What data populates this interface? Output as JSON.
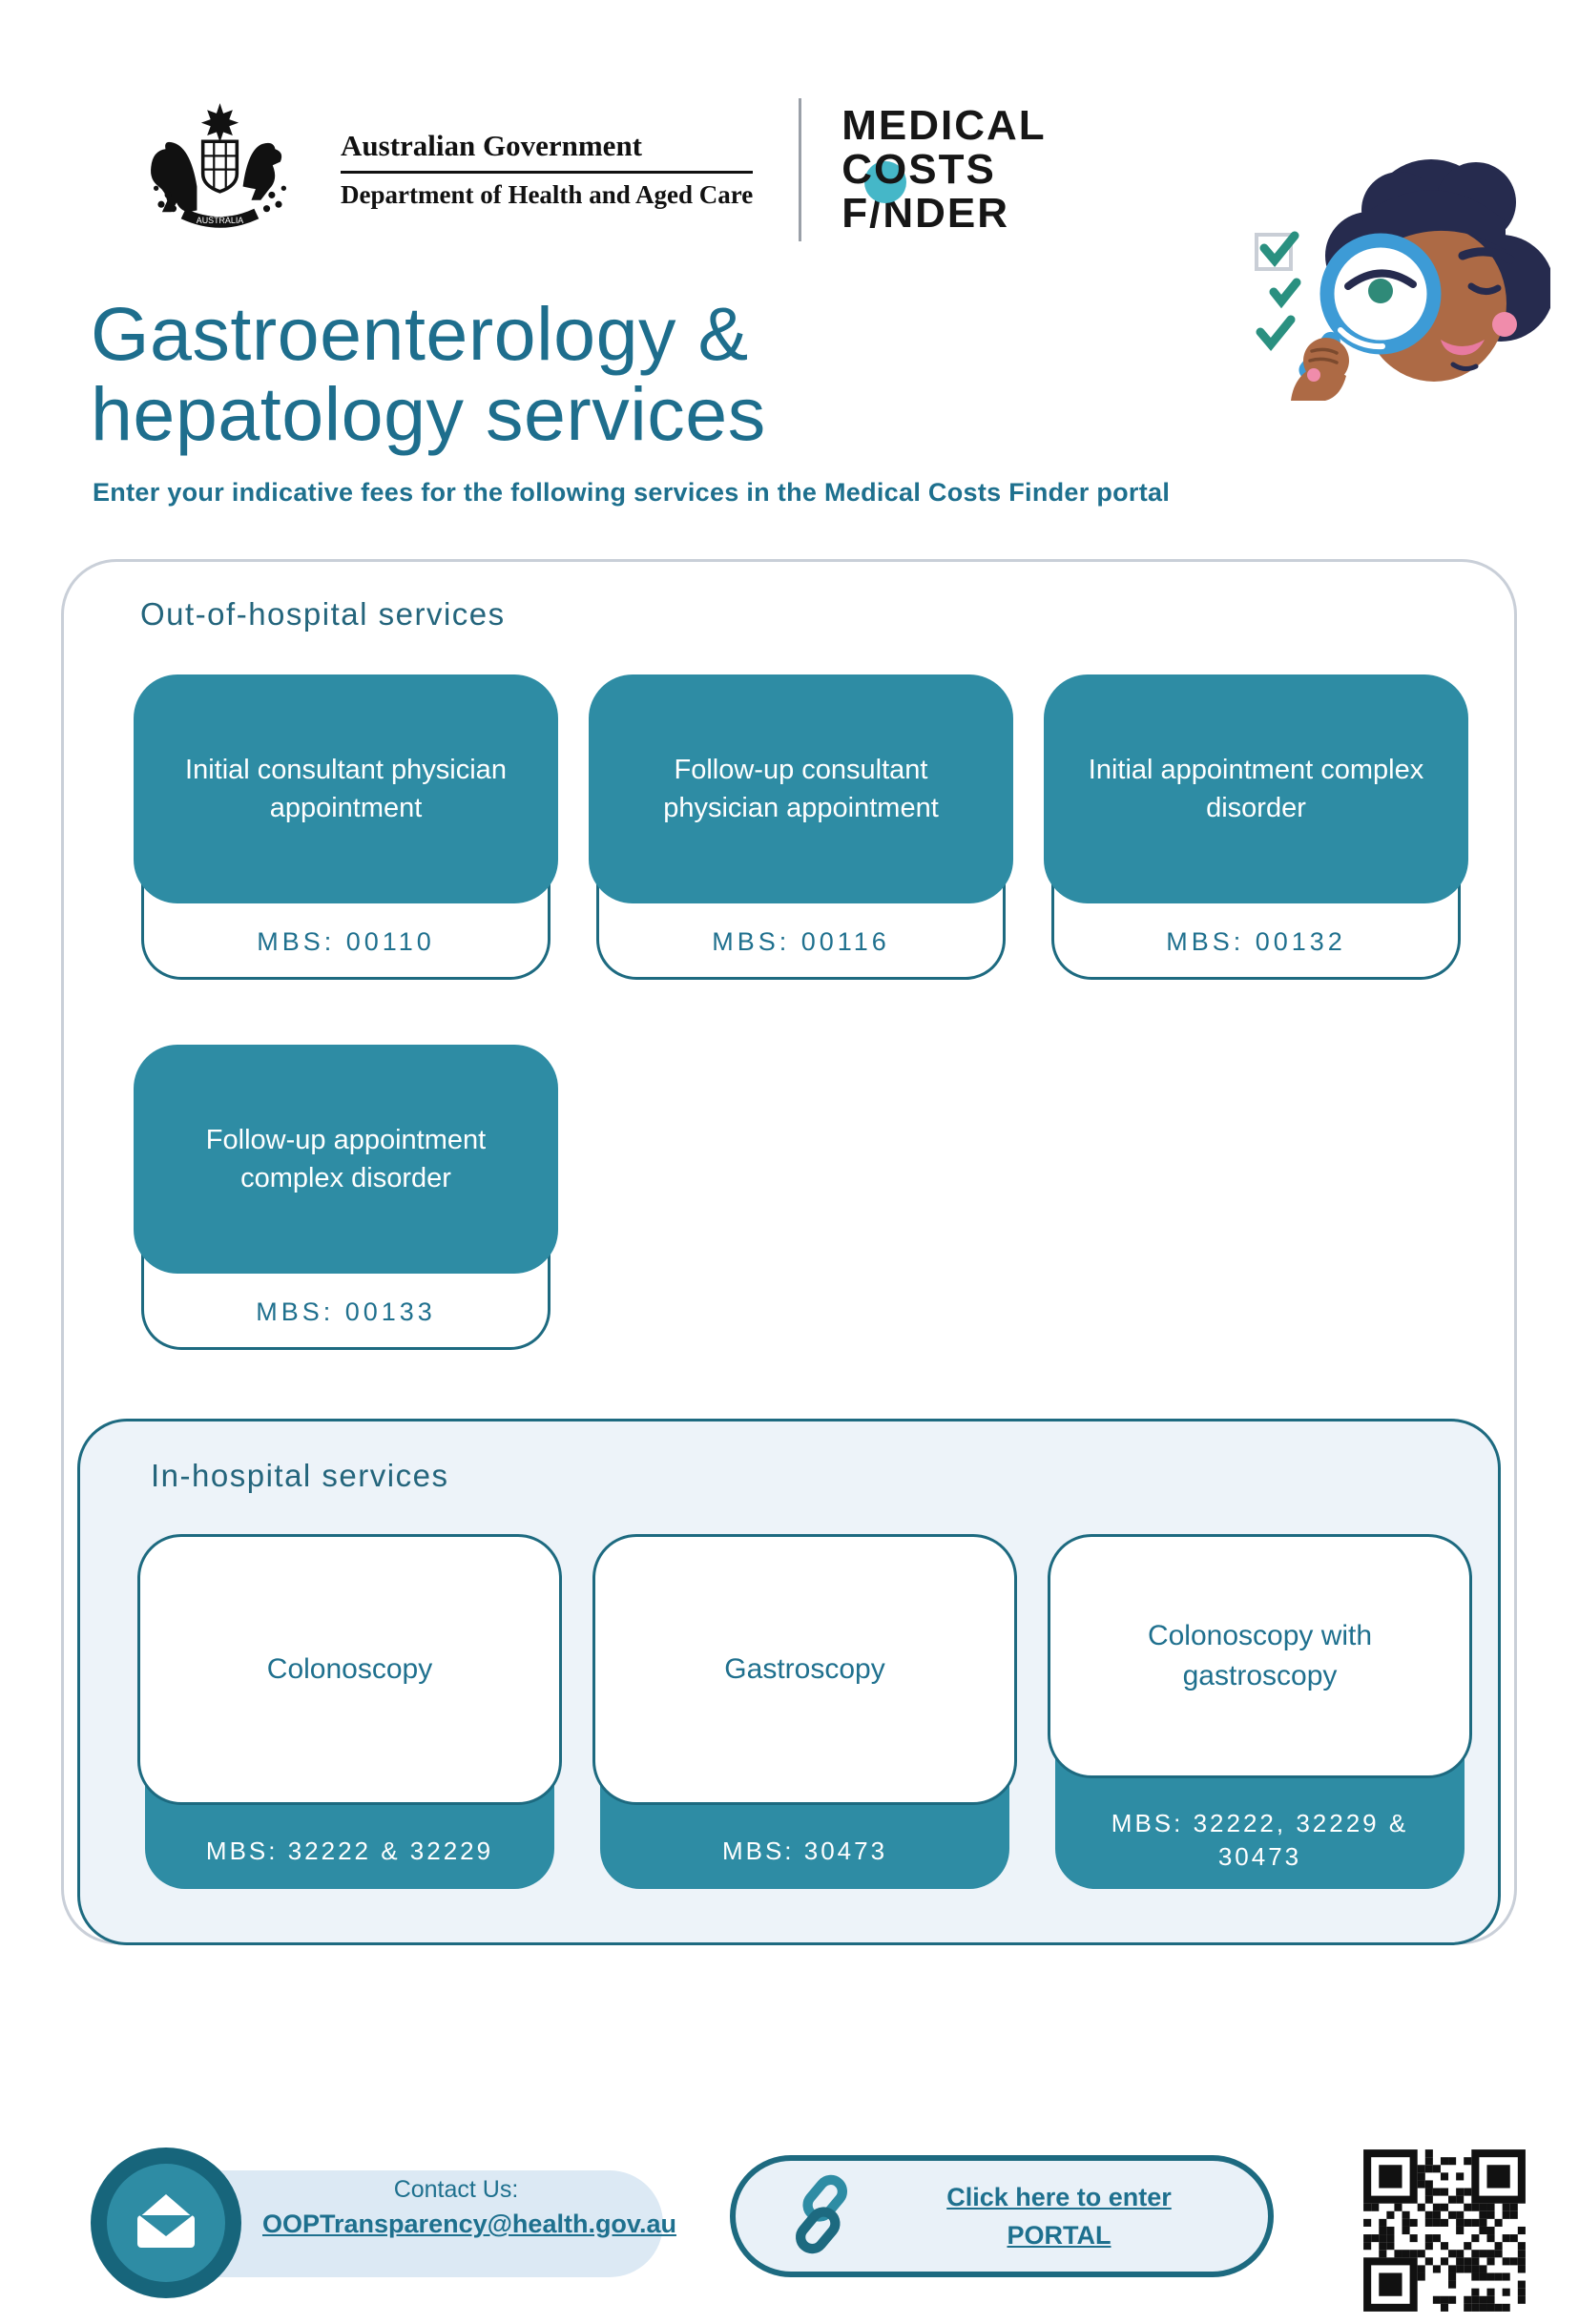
{
  "header": {
    "gov_logo": {
      "line1": "Australian Government",
      "line2": "Department of Health and Aged Care",
      "banner": "AUSTRALIA"
    },
    "mcf_logo": {
      "word1": "MEDICAL",
      "word2_pre": "C",
      "word2_o": "O",
      "word2_post": "STS",
      "word3": "F/NDER"
    }
  },
  "title": {
    "line1": "Gastroenterology &",
    "line2": "hepatology services"
  },
  "subtitle": "Enter your indicative fees for the following services in the Medical Costs Finder portal",
  "out_of_hospital": {
    "heading": "Out-of-hospital services",
    "cards": [
      {
        "title": "Initial consultant physician appointment",
        "mbs": "MBS: 00110"
      },
      {
        "title": "Follow-up consultant physician appointment",
        "mbs": "MBS: 00116"
      },
      {
        "title": "Initial appointment complex disorder",
        "mbs": "MBS: 00132"
      },
      {
        "title": "Follow-up appointment complex disorder",
        "mbs": "MBS: 00133"
      }
    ]
  },
  "in_hospital": {
    "heading": "In-hospital services",
    "cards": [
      {
        "title": "Colonoscopy",
        "mbs": "MBS: 32222 & 32229"
      },
      {
        "title": "Gastroscopy",
        "mbs": "MBS: 30473"
      },
      {
        "title": "Colonoscopy with gastroscopy",
        "mbs": "MBS: 32222, 32229 & 30473"
      }
    ]
  },
  "footer": {
    "contact_label": "Contact Us:",
    "contact_email": "OOPTransparency@health.gov.au",
    "portal_line1": "Click here to enter",
    "portal_line2": "PORTAL"
  },
  "colors": {
    "teal": "#2E8CA4",
    "teal_dark": "#1D6A80",
    "teal_text": "#1F708E",
    "panel_bg": "#EDF3F9",
    "pill_bg": "#DCE9F4",
    "outer_border": "#C9CFD8",
    "logo_lens": "#45B7C8",
    "check": "#2A9080",
    "qr": "#111111"
  }
}
